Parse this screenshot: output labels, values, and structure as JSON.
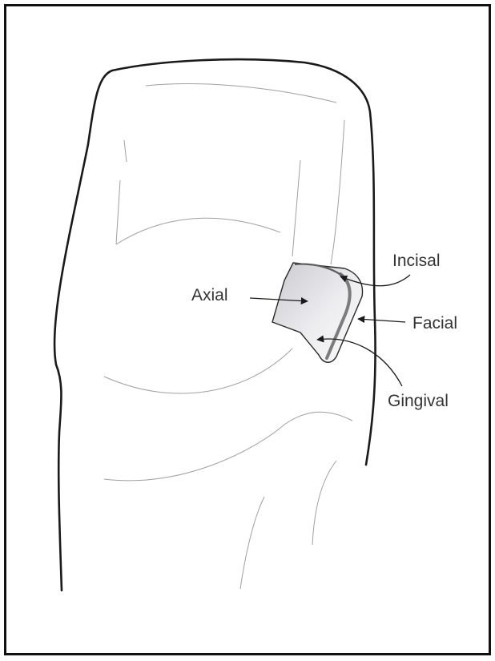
{
  "labels": {
    "axial": "Axial",
    "incisal": "Incisal",
    "facial": "Facial",
    "gingival": "Gingival"
  },
  "colors": {
    "outline": "#1a1a1a",
    "thin_line": "#9a9a9a",
    "cavity_fill_dark": "#cfcfcf",
    "cavity_fill_light": "#f4f4f4",
    "label_text": "#333333"
  }
}
